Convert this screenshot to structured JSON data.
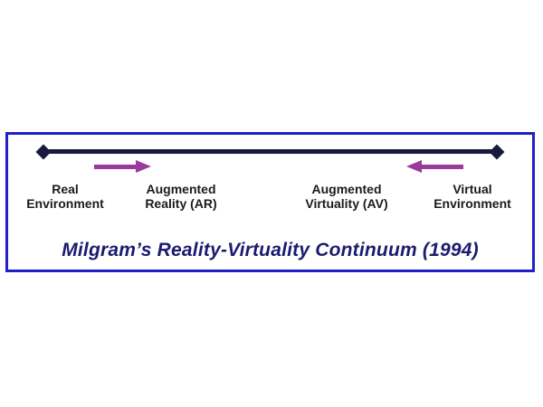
{
  "diagram": {
    "title": "Milgram’s Reality-Virtuality Continuum (1994)",
    "labels": [
      {
        "id": "real-environment",
        "text": "Real\nEnvironment"
      },
      {
        "id": "augmented-reality",
        "text": "Augmented\nReality (AR)"
      },
      {
        "id": "augmented-virtuality",
        "text": "Augmented\nVirtuality (AV)"
      },
      {
        "id": "virtual-environment",
        "text": "Virtual\nEnvironment"
      }
    ],
    "icons": [
      {
        "name": "diamond-endpoint-left"
      },
      {
        "name": "diamond-endpoint-right"
      },
      {
        "name": "arrow-right-icon",
        "meaning": "toward Augmented Reality"
      },
      {
        "name": "arrow-left-icon",
        "meaning": "toward Augmented Virtuality"
      }
    ],
    "colors": {
      "frame_border": "#2020c8",
      "continuum_line": "#181840",
      "arrow": "#9b3a9b",
      "title_text": "#1b1b70",
      "label_text": "#1a1a1a",
      "background": "#ffffff"
    }
  }
}
